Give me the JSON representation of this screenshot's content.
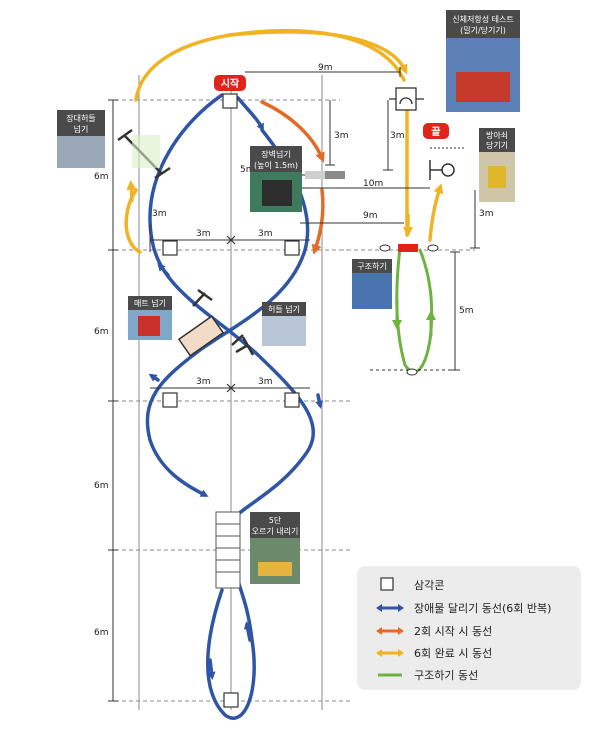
{
  "markers": {
    "start": "시작",
    "end": "끝"
  },
  "stations": {
    "fitness": {
      "line1": "신체저항성 테스트",
      "line2": "(밀기/당기기)"
    },
    "hurdle_big": {
      "line1": "장대허들",
      "line2": "넘기"
    },
    "wall": {
      "line1": "장벽넘기",
      "line2": "(높이 1.5m)"
    },
    "mat": {
      "line1": "매트 넘기"
    },
    "hurdle": {
      "line1": "허들 넘기"
    },
    "steps": {
      "line1": "5단",
      "line2": "오르기 내리기"
    },
    "rescue": {
      "line1": "구조하기"
    },
    "firearm": {
      "line1": "방아쇠",
      "line2": "당기기"
    }
  },
  "dimensions": {
    "d9m_top": "9m",
    "d3m_a": "3m",
    "d3m_b": "3m",
    "d5m": "5m",
    "d10m": "10m",
    "d9m_mid": "9m",
    "d3m_right": "3m",
    "d3m_left": "3m",
    "d3m_r1l": "3m",
    "d3m_r1r": "3m",
    "d3m_r2l": "3m",
    "d3m_r2r": "3m",
    "d5m_green": "5m",
    "side6m_1": "6m",
    "side6m_2": "6m",
    "side6m_3": "6m",
    "side6m_4": "6m"
  },
  "legend": {
    "cone": "삼각콘",
    "blue": "장애물 달리기 동선(6회 반복)",
    "orange": "2회 시작 시 동선",
    "yellow": "6회 완료 시 동선",
    "green": "구조하기 동선"
  },
  "colors": {
    "blue": "#2f55a4",
    "orange": "#e36b25",
    "yellow": "#f0b323",
    "green": "#6db33f",
    "red": "#e2231a",
    "legend_bg": "#ececec"
  }
}
